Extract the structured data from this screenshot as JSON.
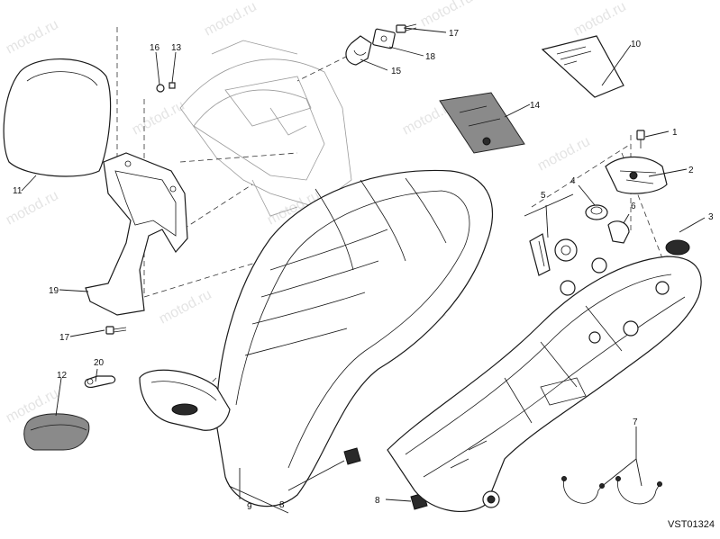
{
  "diagram": {
    "reference_code": "VST01324",
    "watermark_text": "motod.ru",
    "callouts": {
      "c1": "1",
      "c2": "2",
      "c3": "3",
      "c4": "4",
      "c5": "5",
      "c6": "6",
      "c7": "7",
      "c8a": "8",
      "c8b": "8",
      "c9": "9",
      "c10": "10",
      "c11": "11",
      "c12": "12",
      "c13": "13",
      "c14": "14",
      "c15": "15",
      "c16": "16",
      "c17a": "17",
      "c17b": "17",
      "c18": "18",
      "c19": "19",
      "c20": "20"
    }
  }
}
